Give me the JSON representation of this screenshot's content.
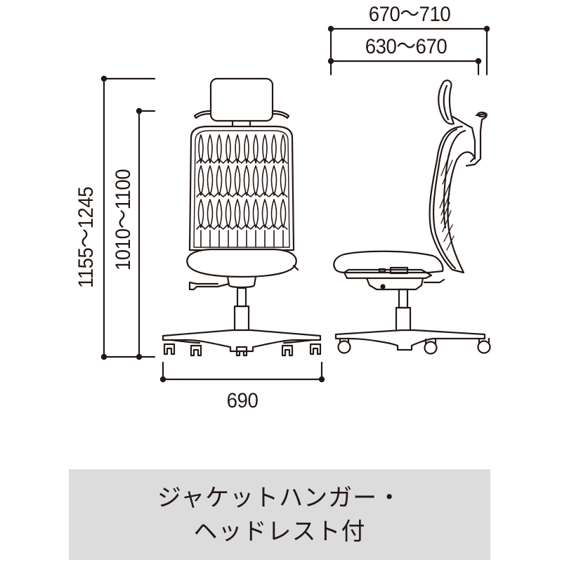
{
  "colors": {
    "line": "#231815",
    "caption_background": "#dcdcdc",
    "page_background": "#ffffff"
  },
  "dimensions": {
    "overall_height": "1155～1245",
    "seat_back_height": "1010～1100",
    "width": "690",
    "depth_max": "670～710",
    "depth_min": "630～670"
  },
  "views": {
    "front": "front-view-chair",
    "side": "side-view-chair"
  },
  "caption": {
    "line1": "ジャケットハンガー・",
    "line2": "ヘッドレスト付"
  }
}
